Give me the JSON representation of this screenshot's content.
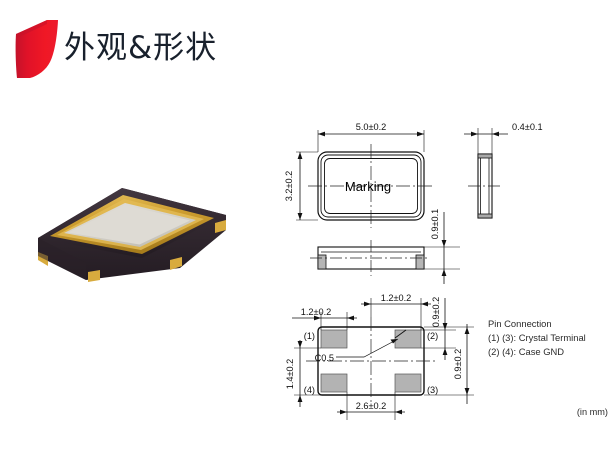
{
  "page": {
    "title": "外观&形状",
    "background_color": "#ffffff",
    "brand_color": "#e8192c",
    "brand_color_dark": "#c4122a",
    "title_color": "#18202c"
  },
  "logo": {
    "icon": "red-parallelogram-leaf-mark"
  },
  "photo": {
    "caption": "",
    "description": "SMD quartz crystal resonator package photo",
    "colors": {
      "lid": "#d9d6cf",
      "lid_edge": "#bfbcb4",
      "gold_rim": "#d8a93c",
      "gold_rim_dark": "#b1841f",
      "ceramic_body": "#3b3038",
      "ceramic_body_dark": "#2a2128",
      "pad": "#e0b847"
    }
  },
  "drawing": {
    "unit_note": "(in mm)",
    "top_view": {
      "marking_label": "Marking",
      "width_dim": "5.0±0.2",
      "height_dim": "3.2±0.2"
    },
    "side_view": {
      "thickness_dim": "0.4±0.1"
    },
    "front_view": {
      "height_dim": "0.9±0.1"
    },
    "bottom_view": {
      "pad_left_dim": "1.2±0.2",
      "pad_pitch_dim": "1.2±0.2",
      "pad_span_dim": "2.6±0.2",
      "pad_height_left_dim": "1.4±0.2",
      "pad_offset_top_dim": "0.9±0.2",
      "pad_offset_bottom_dim": "0.9±0.2",
      "chamfer_label": "C0.5",
      "pins": [
        {
          "id": "pin-1",
          "label": "(1)"
        },
        {
          "id": "pin-2",
          "label": "(2)"
        },
        {
          "id": "pin-3",
          "label": "(3)"
        },
        {
          "id": "pin-4",
          "label": "(4)"
        }
      ]
    },
    "pin_connection": {
      "heading": "Pin Connection",
      "rows": [
        "(1) (3): Crystal Terminal",
        "(2) (4): Case GND"
      ]
    }
  }
}
